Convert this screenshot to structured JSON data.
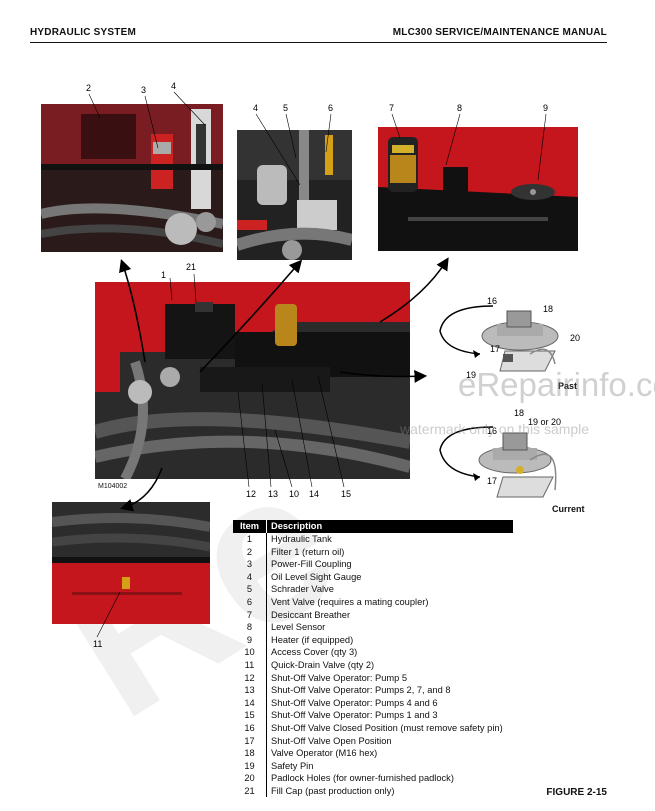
{
  "header": {
    "left": "HYDRAULIC SYSTEM",
    "right": "MLC300 SERVICE/MAINTENANCE MANUAL"
  },
  "photo_id": "M104002",
  "callouts": {
    "photo_filter": [
      "2",
      "3",
      "4"
    ],
    "photo_gauge": [
      "4",
      "5",
      "6"
    ],
    "photo_tank": [
      "7",
      "8",
      "9"
    ],
    "main": [
      "1",
      "21",
      "12",
      "13",
      "10",
      "14",
      "15"
    ],
    "bottom": [
      "11"
    ],
    "past": [
      "16",
      "18",
      "20",
      "17",
      "19"
    ],
    "current": [
      "18",
      "16",
      "19 or 20",
      "17"
    ]
  },
  "captions": {
    "past": "Past",
    "current": "Current"
  },
  "table": {
    "header": {
      "item": "Item",
      "description": "Description"
    },
    "rows": [
      {
        "item": "1",
        "desc": "Hydraulic Tank"
      },
      {
        "item": "2",
        "desc": "Filter 1 (return oil)"
      },
      {
        "item": "3",
        "desc": "Power-Fill Coupling"
      },
      {
        "item": "4",
        "desc": "Oil Level Sight Gauge"
      },
      {
        "item": "5",
        "desc": "Schrader Valve"
      },
      {
        "item": "6",
        "desc": "Vent Valve (requires a mating coupler)"
      },
      {
        "item": "7",
        "desc": "Desiccant Breather"
      },
      {
        "item": "8",
        "desc": "Level Sensor"
      },
      {
        "item": "9",
        "desc": "Heater (if equipped)"
      },
      {
        "item": "10",
        "desc": "Access Cover (qty 3)"
      },
      {
        "item": "11",
        "desc": "Quick-Drain Valve (qty 2)"
      },
      {
        "item": "12",
        "desc": "Shut-Off Valve Operator: Pump 5"
      },
      {
        "item": "13",
        "desc": "Shut-Off Valve Operator: Pumps 2, 7, and 8"
      },
      {
        "item": "14",
        "desc": "Shut-Off Valve Operator: Pumps 4 and 6"
      },
      {
        "item": "15",
        "desc": "Shut-Off Valve Operator: Pumps 1 and 3"
      },
      {
        "item": "16",
        "desc": "Shut-Off Valve Closed Position (must remove safety pin)"
      },
      {
        "item": "17",
        "desc": "Shut-Off Valve Open Position"
      },
      {
        "item": "18",
        "desc": "Valve Operator (M16 hex)"
      },
      {
        "item": "19",
        "desc": "Safety Pin"
      },
      {
        "item": "20",
        "desc": "Padlock Holes (for owner-furnished padlock)"
      },
      {
        "item": "21",
        "desc": "Fill Cap (past production only)"
      }
    ]
  },
  "figure_label": "FIGURE 2-15",
  "watermark": {
    "site": "eRepairinfo.com",
    "note": "watermark only on this sample"
  }
}
